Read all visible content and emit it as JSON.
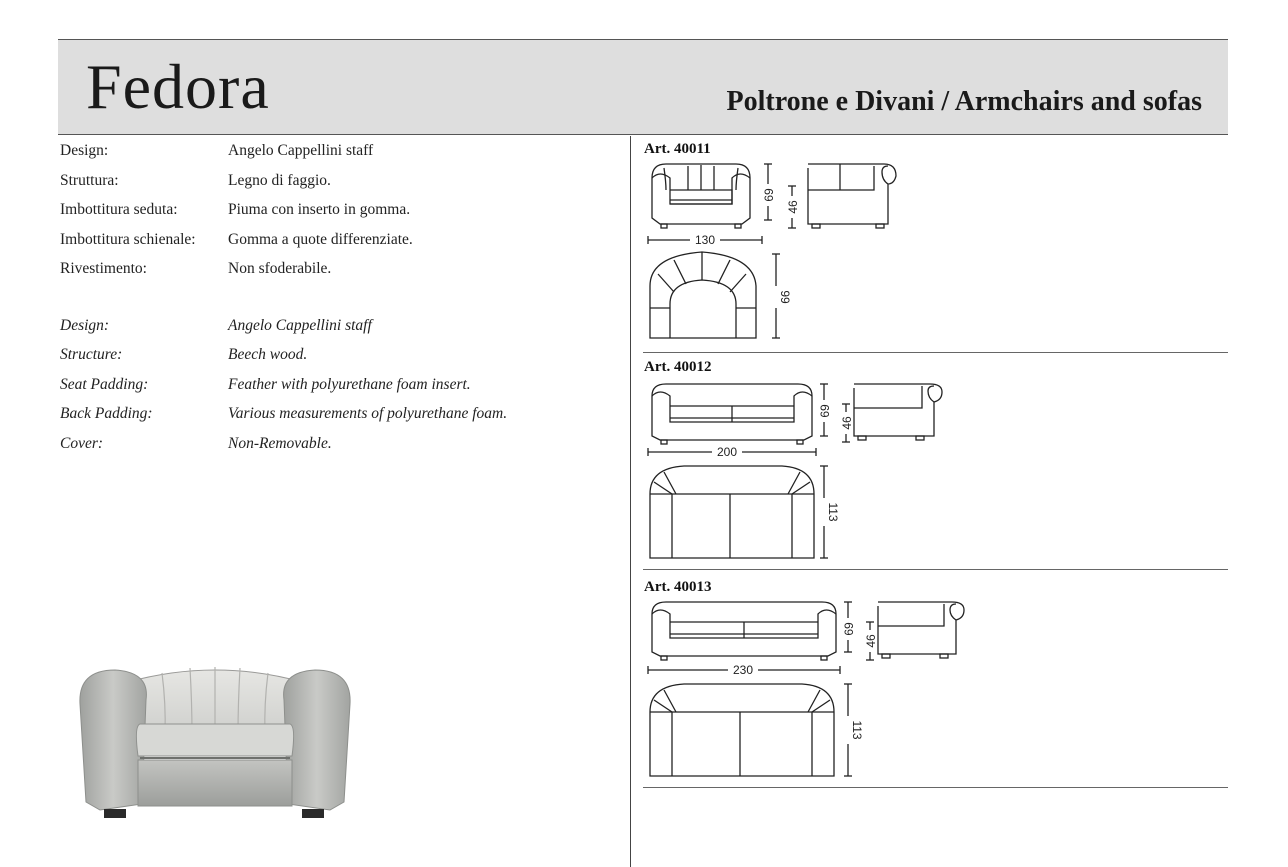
{
  "header": {
    "title": "Fedora",
    "subtitle": "Poltrone e Divani / Armchairs and sofas"
  },
  "specs_it": [
    {
      "label": "Design:",
      "value": "Angelo Cappellini staff"
    },
    {
      "label": "Struttura:",
      "value": "Legno di faggio."
    },
    {
      "label": "Imbottitura seduta:",
      "value": "Piuma con inserto in gomma."
    },
    {
      "label": "Imbottitura schienale:",
      "value": "Gomma a quote differenziate."
    },
    {
      "label": "Rivestimento:",
      "value": "Non sfoderabile."
    }
  ],
  "specs_en": [
    {
      "label": "Design:",
      "value": "Angelo Cappellini staff"
    },
    {
      "label": "Structure:",
      "value": "Beech wood."
    },
    {
      "label": "Seat Padding:",
      "value": "Feather with polyurethane foam insert."
    },
    {
      "label": "Back Padding:",
      "value": "Various measurements of polyurethane foam."
    },
    {
      "label": "Cover:",
      "value": "Non-Removable."
    }
  ],
  "articles": [
    {
      "code": "Art. 40011",
      "width": "130",
      "height": "69",
      "seat_height": "46",
      "depth": "99"
    },
    {
      "code": "Art. 40012",
      "width": "200",
      "height": "69",
      "seat_height": "46",
      "depth": "113"
    },
    {
      "code": "Art. 40013",
      "width": "230",
      "height": "69",
      "seat_height": "46",
      "depth": "113"
    }
  ],
  "colors": {
    "header_bg": "#dedede",
    "upholstery": "#cfd0cd"
  }
}
